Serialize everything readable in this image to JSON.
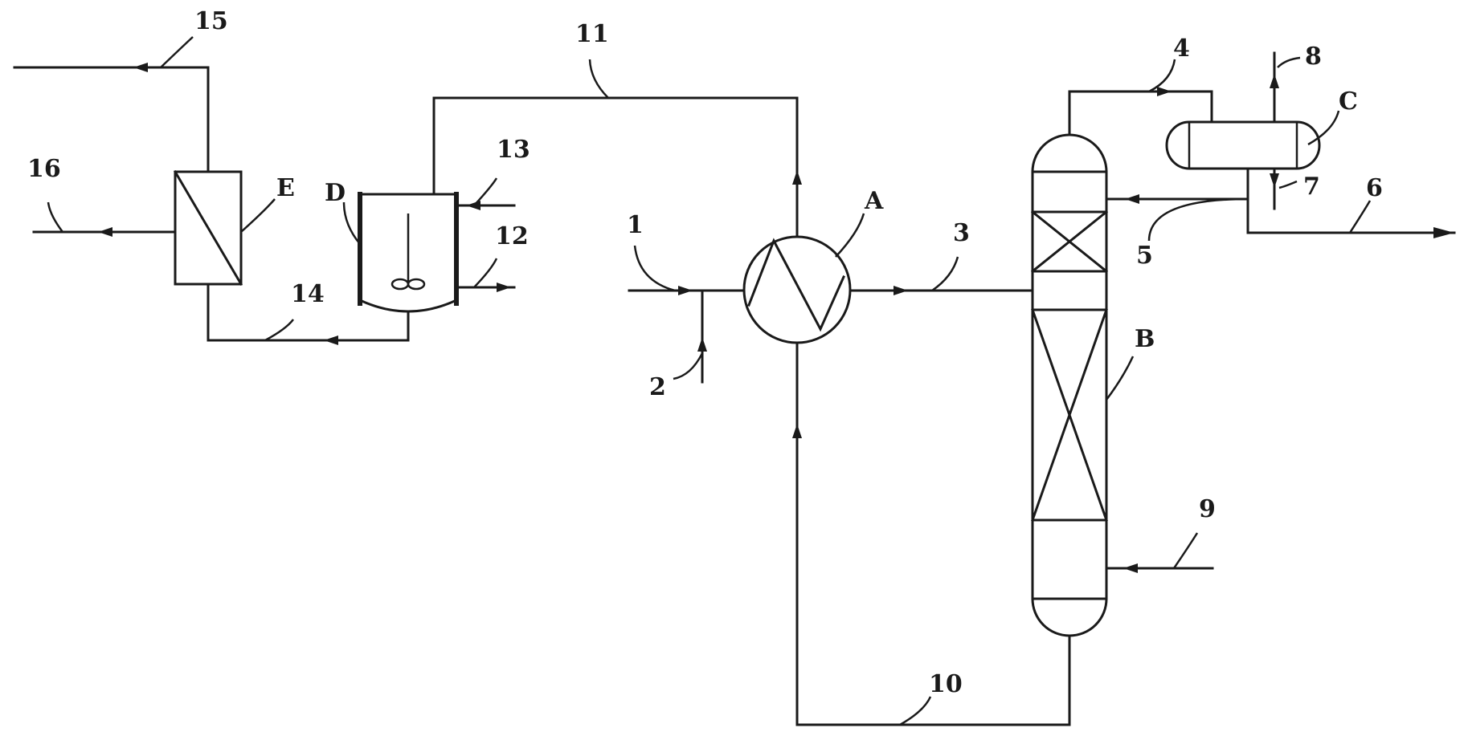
{
  "diagram": {
    "equipment": [
      {
        "id": "A",
        "label": "A"
      },
      {
        "id": "B",
        "label": "B"
      },
      {
        "id": "C",
        "label": "C"
      },
      {
        "id": "D",
        "label": "D"
      },
      {
        "id": "E",
        "label": "E"
      }
    ],
    "streams": [
      {
        "id": "s1",
        "label": "1"
      },
      {
        "id": "s2",
        "label": "2"
      },
      {
        "id": "s3",
        "label": "3"
      },
      {
        "id": "s4",
        "label": "4"
      },
      {
        "id": "s5",
        "label": "5"
      },
      {
        "id": "s6",
        "label": "6"
      },
      {
        "id": "s7",
        "label": "7"
      },
      {
        "id": "s8",
        "label": "8"
      },
      {
        "id": "s9",
        "label": "9"
      },
      {
        "id": "s10",
        "label": "10"
      },
      {
        "id": "s11",
        "label": "11"
      },
      {
        "id": "s12",
        "label": "12"
      },
      {
        "id": "s13",
        "label": "13"
      },
      {
        "id": "s14",
        "label": "14"
      },
      {
        "id": "s15",
        "label": "15"
      },
      {
        "id": "s16",
        "label": "16"
      }
    ]
  }
}
